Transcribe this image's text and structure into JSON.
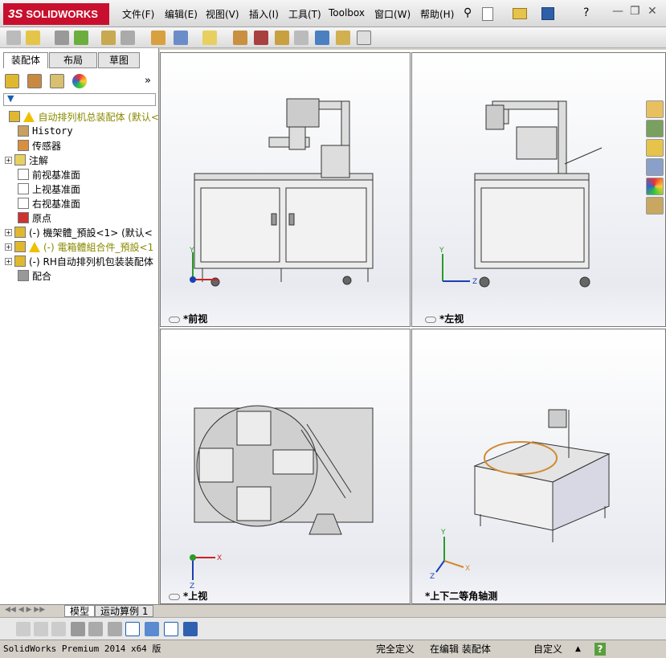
{
  "app": {
    "logo_text": "SOLIDWORKS",
    "logo_prefix": "3S"
  },
  "menu": [
    "文件(F)",
    "编辑(E)",
    "视图(V)",
    "插入(I)",
    "工具(T)",
    "Toolbox",
    "窗口(W)",
    "帮助(H)"
  ],
  "window_controls": {
    "minimize": "—",
    "restore": "❐",
    "close": "✕"
  },
  "panel_tabs": [
    "装配体",
    "布局",
    "草图"
  ],
  "tree": [
    {
      "label": "自动排列机总装配体  (默认<",
      "warn": true,
      "color": "yellow",
      "expand": false,
      "icon": "assembly-icon",
      "indent": 0
    },
    {
      "label": "History",
      "expand": false,
      "icon": "history-icon",
      "indent": 1
    },
    {
      "label": "传感器",
      "expand": false,
      "icon": "sensor-icon",
      "indent": 1
    },
    {
      "label": "注解",
      "expand": true,
      "icon": "annotation-icon",
      "indent": 1
    },
    {
      "label": "前视基准面",
      "expand": false,
      "icon": "plane-icon",
      "indent": 1
    },
    {
      "label": "上视基准面",
      "expand": false,
      "icon": "plane-icon",
      "indent": 1
    },
    {
      "label": "右视基准面",
      "expand": false,
      "icon": "plane-icon",
      "indent": 1
    },
    {
      "label": "原点",
      "expand": false,
      "icon": "origin-icon",
      "indent": 1
    },
    {
      "label": "(-) 機架體_預設<1> (默认<",
      "expand": true,
      "icon": "part-icon",
      "indent": 1
    },
    {
      "label": "(-) 電箱體組合件_預設<1",
      "expand": true,
      "icon": "part-icon",
      "warn": true,
      "color": "yellow",
      "indent": 1
    },
    {
      "label": "(-) RH自动排列机包装装配体",
      "expand": true,
      "icon": "part-icon",
      "indent": 1
    },
    {
      "label": "配合",
      "expand": false,
      "icon": "mate-icon",
      "indent": 1
    }
  ],
  "views": {
    "front": "*前视",
    "left": "*左视",
    "top": "*上视",
    "iso": "*上下二等角轴测"
  },
  "axes": {
    "x": "X",
    "y": "Y",
    "z": "Z"
  },
  "bottom_tabs": [
    "模型",
    "运动算例 1"
  ],
  "status": {
    "product": "SolidWorks Premium 2014 x64 版",
    "state1": "完全定义",
    "state2": "在编辑 装配体",
    "units": "自定义",
    "help": "?"
  },
  "colors": {
    "logo": "#c8102e",
    "accent_blue": "#1a5fb4"
  }
}
